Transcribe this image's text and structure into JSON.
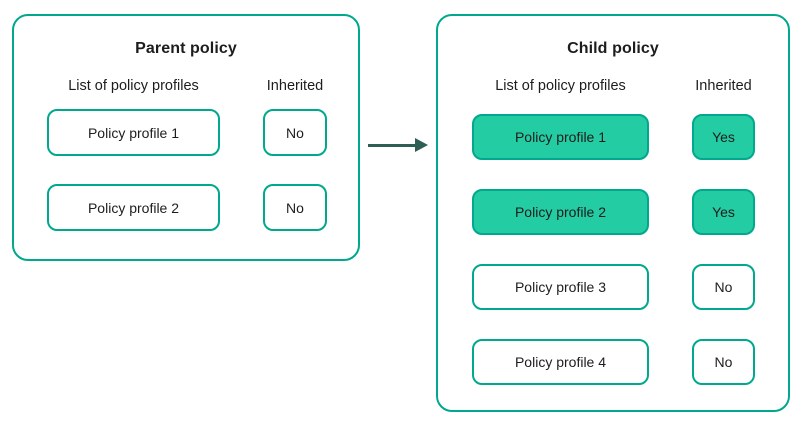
{
  "colors": {
    "accent_border": "#00a88e",
    "highlight_fill": "#24cca4",
    "arrow": "#2d5f55",
    "text": "#1d1d1b",
    "background": "#ffffff"
  },
  "arrow": {
    "name": "inheritance-arrow",
    "direction": "right"
  },
  "panels": [
    {
      "id": "parent",
      "title": "Parent policy",
      "columns": {
        "profiles": "List of policy profiles",
        "inherited": "Inherited"
      },
      "rows": [
        {
          "profile": "Policy profile 1",
          "inherited": "No",
          "highlighted": false
        },
        {
          "profile": "Policy profile 2",
          "inherited": "No",
          "highlighted": false
        }
      ]
    },
    {
      "id": "child",
      "title": "Child policy",
      "columns": {
        "profiles": "List of policy profiles",
        "inherited": "Inherited"
      },
      "rows": [
        {
          "profile": "Policy profile 1",
          "inherited": "Yes",
          "highlighted": true
        },
        {
          "profile": "Policy profile 2",
          "inherited": "Yes",
          "highlighted": true
        },
        {
          "profile": "Policy profile 3",
          "inherited": "No",
          "highlighted": false
        },
        {
          "profile": "Policy profile 4",
          "inherited": "No",
          "highlighted": false
        }
      ]
    }
  ]
}
